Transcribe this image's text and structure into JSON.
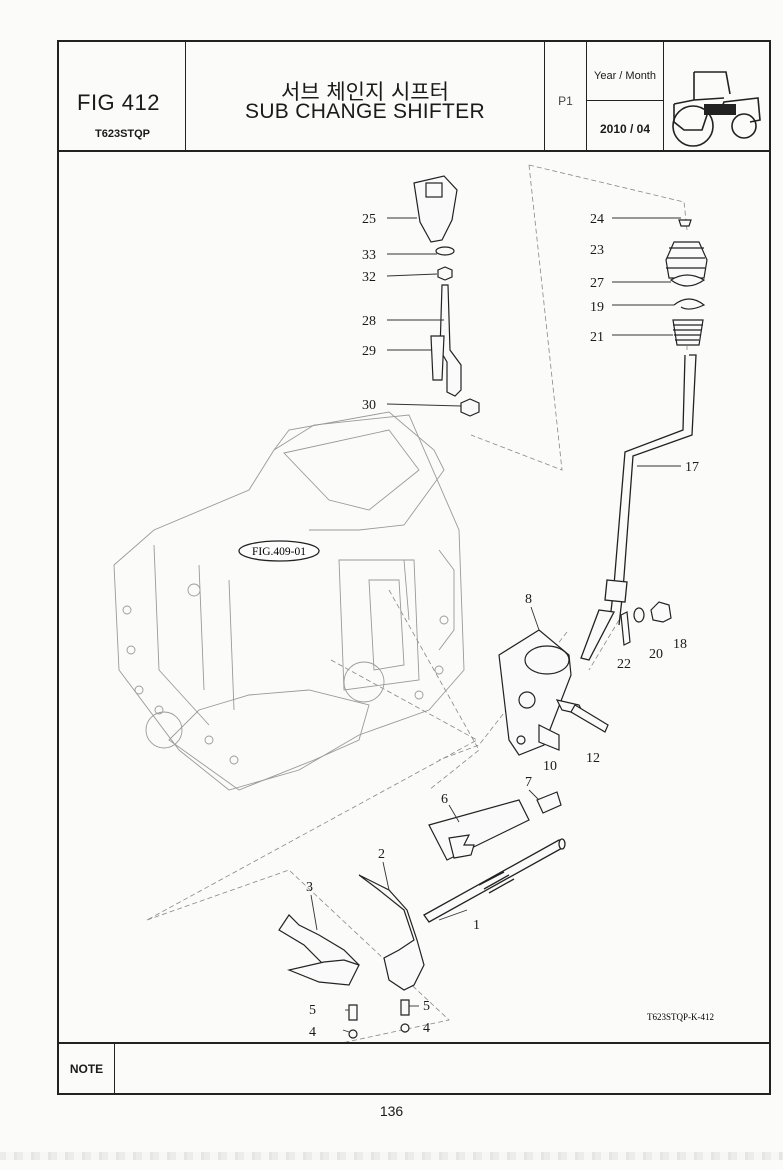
{
  "header": {
    "fig_number": "FIG 412",
    "model": "T623STQP",
    "title_korean": "서브 체인지 시프터",
    "title_english": "SUB CHANGE SHIFTER",
    "page": "P1",
    "year_month_label": "Year / Month",
    "year_month_value": "2010 / 04",
    "tractor_icon": "tractor-icon"
  },
  "diagram": {
    "reference_callout": "FIG.409-01",
    "drawing_code": "T623STQP-K-412",
    "part_labels": {
      "p1": "1",
      "p2": "2",
      "p3": "3",
      "p4a": "4",
      "p4b": "4",
      "p5a": "5",
      "p5b": "5",
      "p6": "6",
      "p7": "7",
      "p8": "8",
      "p10": "10",
      "p12": "12",
      "p17": "17",
      "p18": "18",
      "p19": "19",
      "p20": "20",
      "p21": "21",
      "p22": "22",
      "p23": "23",
      "p24": "24",
      "p25": "25",
      "p27": "27",
      "p28": "28",
      "p29": "29",
      "p30": "30",
      "p32": "32",
      "p33": "33"
    }
  },
  "note": {
    "label": "NOTE",
    "content": ""
  },
  "footer": {
    "page_number": "136"
  }
}
